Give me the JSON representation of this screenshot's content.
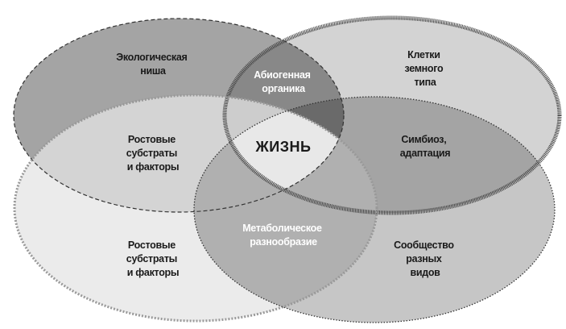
{
  "diagram": {
    "title": "ЖИЗНЬ",
    "regions": {
      "eco_niche": [
        "Экологическая",
        "ниша"
      ],
      "abiogenic": [
        "Абиогенная",
        "органика"
      ],
      "earth_cells": [
        "Клетки",
        "земного",
        "типа"
      ],
      "growth_upper": [
        "Ростовые",
        "субстраты",
        "и факторы"
      ],
      "symbiosis": [
        "Симбиоз,",
        "адаптация"
      ],
      "metabolic": [
        "Метаболическое",
        "разнообразие"
      ],
      "growth_lower": [
        "Ростовые",
        "субстраты",
        "и факторы"
      ],
      "community": [
        "Сообщество",
        "разных",
        "видов"
      ]
    }
  }
}
